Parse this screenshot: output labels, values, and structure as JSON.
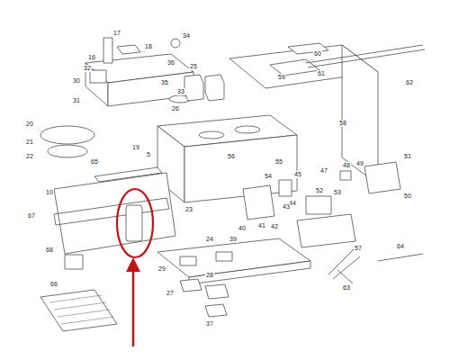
{
  "diagram": {
    "labels": [
      "17",
      "16",
      "18",
      "36",
      "35",
      "34",
      "30",
      "31",
      "32",
      "33",
      "25",
      "26",
      "60",
      "61",
      "62",
      "59",
      "58",
      "20",
      "21",
      "22",
      "19",
      "5",
      "56",
      "23",
      "55",
      "54",
      "45",
      "44",
      "43",
      "42",
      "41",
      "40",
      "39",
      "52",
      "53",
      "57",
      "50",
      "49",
      "48",
      "51",
      "47",
      "65",
      "10",
      "67",
      "68",
      "66",
      "29",
      "24",
      "27",
      "28",
      "37",
      "63",
      "64"
    ]
  }
}
